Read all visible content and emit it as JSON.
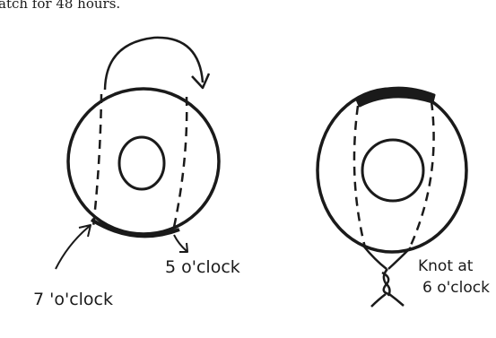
{
  "caption_top": "atch for 48 hours.",
  "left_figure": {
    "label_start": "7 'o'clock",
    "label_end": "5 o'clock"
  },
  "right_figure": {
    "label_line1": "Knot at",
    "label_line2": "6 o'clock"
  },
  "colors": {
    "ink": "#1a1a1a",
    "paper": "#ffffff"
  }
}
